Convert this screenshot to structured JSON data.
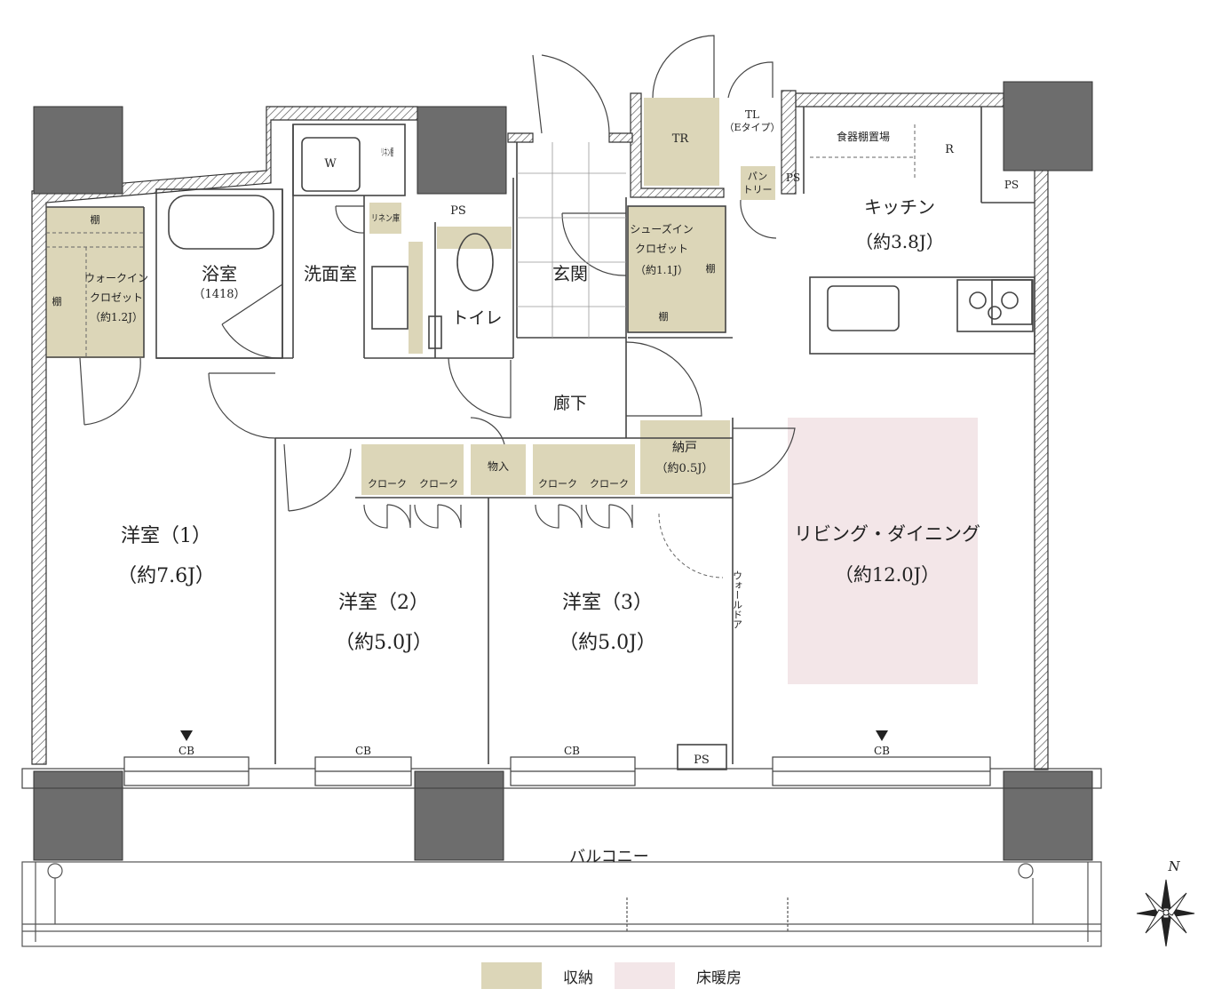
{
  "colors": {
    "storage": "#dcd6b8",
    "floor_heating": "#f3e6e8",
    "column": "#6d6d6d",
    "wall": "#333333"
  },
  "rooms": {
    "walk_in": {
      "shelf_top": "棚",
      "shelf_left": "棚",
      "name": "ウォークイン",
      "name2": "クロゼット",
      "size": "（約1.2J）"
    },
    "bath": {
      "name": "浴室",
      "size": "（1418）"
    },
    "washroom": {
      "name": "洗面室",
      "w": "W",
      "linen_shelf": "リネン棚",
      "linen_store": "リネン庫"
    },
    "ps_top": "PS",
    "toilet": "トイレ",
    "entrance": "玄関",
    "shoes": {
      "name": "シューズイン",
      "name2": "クロゼット",
      "size": "（約1.1J）",
      "shelf1": "棚",
      "shelf2": "棚"
    },
    "tr": "TR",
    "tl": {
      "line1": "TL",
      "line2": "（Eタイプ）"
    },
    "pantry": {
      "line1": "パン",
      "line2": "トリー"
    },
    "ps_pantry": "PS",
    "ps_kitchen": "PS",
    "kitchen": {
      "name": "キッチン",
      "size": "（約3.8J）",
      "cupboard": "食器棚置場",
      "fridge": "R"
    },
    "hallway": "廊下",
    "storage_closet": "物入",
    "closets": [
      "クローク",
      "クローク",
      "クローク",
      "クローク"
    ],
    "nando": {
      "name": "納戸",
      "size": "（約0.5J）"
    },
    "room1": {
      "name": "洋室（1）",
      "size": "（約7.6J）"
    },
    "room2": {
      "name": "洋室（2）",
      "size": "（約5.0J）"
    },
    "room3": {
      "name": "洋室（3）",
      "size": "（約5.0J）"
    },
    "living": {
      "name": "リビング・ダイニング",
      "size": "（約12.0J）"
    },
    "wall_door": "ウォールドア",
    "ps_bottom": "PS",
    "cb": [
      "CB",
      "CB",
      "CB",
      "CB"
    ],
    "balcony": "バルコニー"
  },
  "compass": "N",
  "legend": [
    {
      "label": "収納",
      "color": "#dcd6b8"
    },
    {
      "label": "床暖房",
      "color": "#f3e6e8"
    }
  ]
}
